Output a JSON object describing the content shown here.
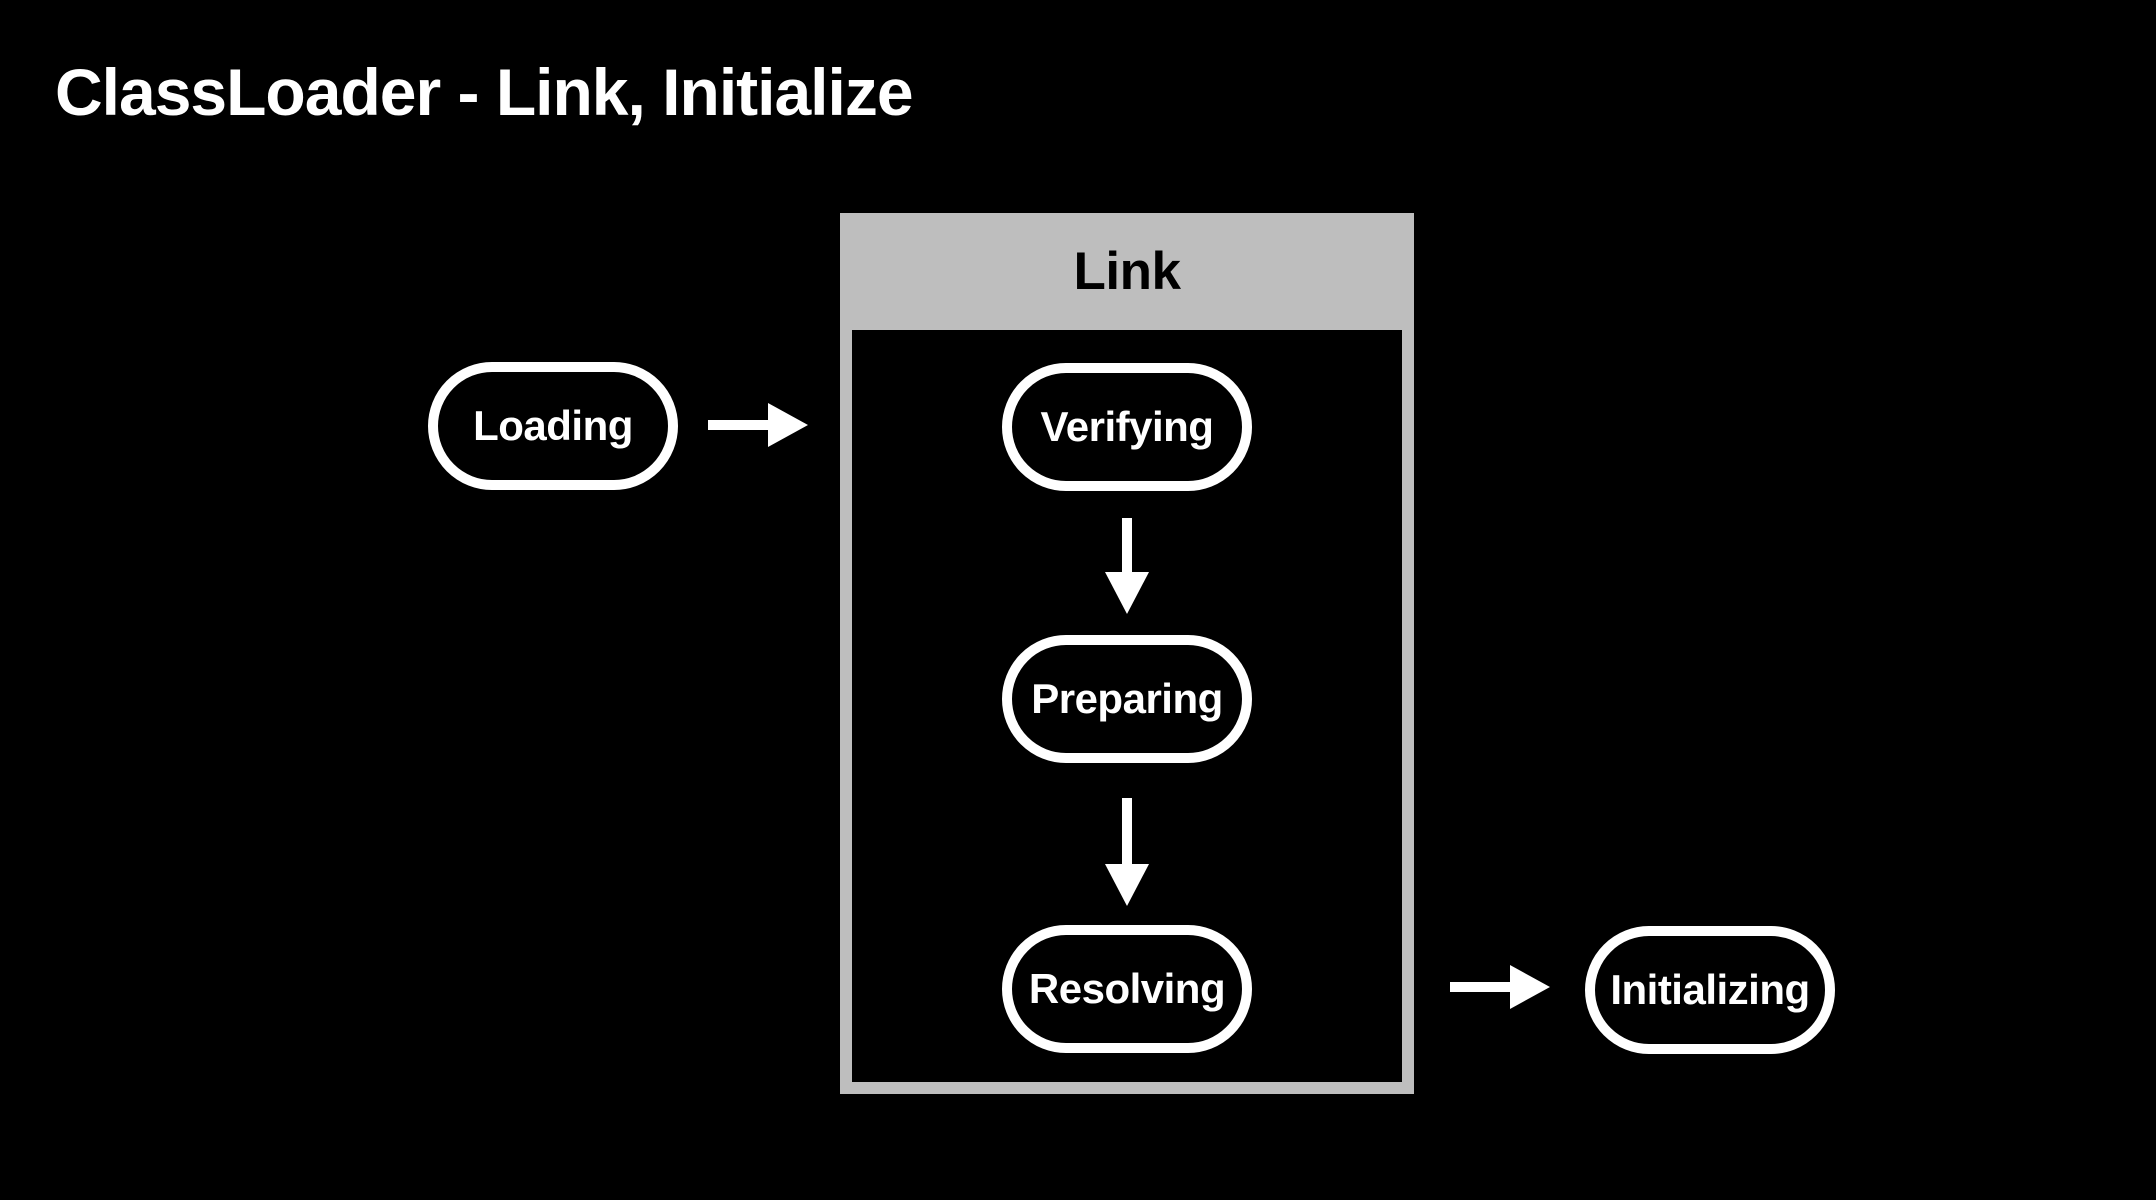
{
  "title": "ClassLoader - Link, Initialize",
  "colors": {
    "background": "#000000",
    "node_stroke": "#ffffff",
    "node_fill": "#000000",
    "node_text": "#ffffff",
    "group_fill": "#bebebe",
    "group_label_text": "#000000",
    "arrow": "#ffffff"
  },
  "flow": {
    "loading": {
      "label": "Loading"
    },
    "link_group": {
      "label": "Link",
      "steps": [
        {
          "label": "Verifying"
        },
        {
          "label": "Preparing"
        },
        {
          "label": "Resolving"
        }
      ]
    },
    "initializing": {
      "label": "Initializing"
    }
  }
}
